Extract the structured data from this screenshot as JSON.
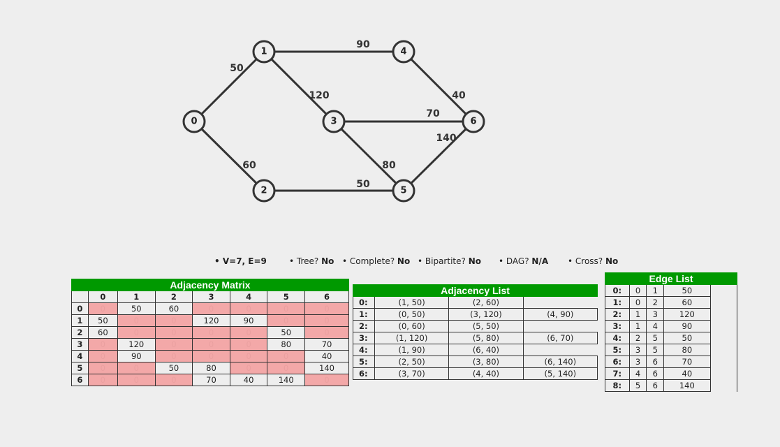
{
  "graph": {
    "vertices": [
      {
        "id": "0",
        "label": "0"
      },
      {
        "id": "1",
        "label": "1"
      },
      {
        "id": "2",
        "label": "2"
      },
      {
        "id": "3",
        "label": "3"
      },
      {
        "id": "4",
        "label": "4"
      },
      {
        "id": "5",
        "label": "5"
      },
      {
        "id": "6",
        "label": "6"
      }
    ],
    "edges": [
      {
        "u": "0",
        "v": "1",
        "w": "50"
      },
      {
        "u": "0",
        "v": "2",
        "w": "60"
      },
      {
        "u": "1",
        "v": "3",
        "w": "120"
      },
      {
        "u": "1",
        "v": "4",
        "w": "90"
      },
      {
        "u": "2",
        "v": "5",
        "w": "50"
      },
      {
        "u": "3",
        "v": "5",
        "w": "80"
      },
      {
        "u": "3",
        "v": "6",
        "w": "70"
      },
      {
        "u": "4",
        "v": "6",
        "w": "40"
      },
      {
        "u": "5",
        "v": "6",
        "w": "140"
      }
    ]
  },
  "stats": {
    "ve": "• V=7, E=9",
    "tree_label": "• Tree? ",
    "tree_value": "No",
    "complete_label": "• Complete? ",
    "complete_value": "No",
    "bipartite_label": "• Bipartite? ",
    "bipartite_value": "No",
    "dag_label": "• DAG? ",
    "dag_value": "N/A",
    "cross_label": "• Cross? ",
    "cross_value": "No"
  },
  "matrix": {
    "title": "Adjacency Matrix",
    "headers": [
      "0",
      "1",
      "2",
      "3",
      "4",
      "5",
      "6"
    ],
    "rows": [
      [
        "0",
        "50",
        "60",
        "0",
        "0",
        "0",
        "0"
      ],
      [
        "50",
        "0",
        "0",
        "120",
        "90",
        "0",
        "0"
      ],
      [
        "60",
        "0",
        "0",
        "0",
        "0",
        "50",
        "0"
      ],
      [
        "0",
        "120",
        "0",
        "0",
        "0",
        "80",
        "70"
      ],
      [
        "0",
        "90",
        "0",
        "0",
        "0",
        "0",
        "40"
      ],
      [
        "0",
        "0",
        "50",
        "80",
        "0",
        "0",
        "140"
      ],
      [
        "0",
        "0",
        "0",
        "70",
        "40",
        "140",
        "0"
      ]
    ]
  },
  "adjlist": {
    "title": "Adjacency List",
    "rows": [
      {
        "label": "0:",
        "items": [
          "(1, 50)",
          "(2, 60)"
        ]
      },
      {
        "label": "1:",
        "items": [
          "(0, 50)",
          "(3, 120)",
          "(4, 90)"
        ]
      },
      {
        "label": "2:",
        "items": [
          "(0, 60)",
          "(5, 50)"
        ]
      },
      {
        "label": "3:",
        "items": [
          "(1, 120)",
          "(5, 80)",
          "(6, 70)"
        ]
      },
      {
        "label": "4:",
        "items": [
          "(1, 90)",
          "(6, 40)"
        ]
      },
      {
        "label": "5:",
        "items": [
          "(2, 50)",
          "(3, 80)",
          "(6, 140)"
        ]
      },
      {
        "label": "6:",
        "items": [
          "(3, 70)",
          "(4, 40)",
          "(5, 140)"
        ]
      }
    ]
  },
  "edgelist": {
    "title": "Edge List",
    "rows": [
      [
        "0:",
        "0",
        "1",
        "50"
      ],
      [
        "1:",
        "0",
        "2",
        "60"
      ],
      [
        "2:",
        "1",
        "3",
        "120"
      ],
      [
        "3:",
        "1",
        "4",
        "90"
      ],
      [
        "4:",
        "2",
        "5",
        "50"
      ],
      [
        "5:",
        "3",
        "5",
        "80"
      ],
      [
        "6:",
        "3",
        "6",
        "70"
      ],
      [
        "7:",
        "4",
        "6",
        "40"
      ],
      [
        "8:",
        "5",
        "6",
        "140"
      ]
    ]
  }
}
